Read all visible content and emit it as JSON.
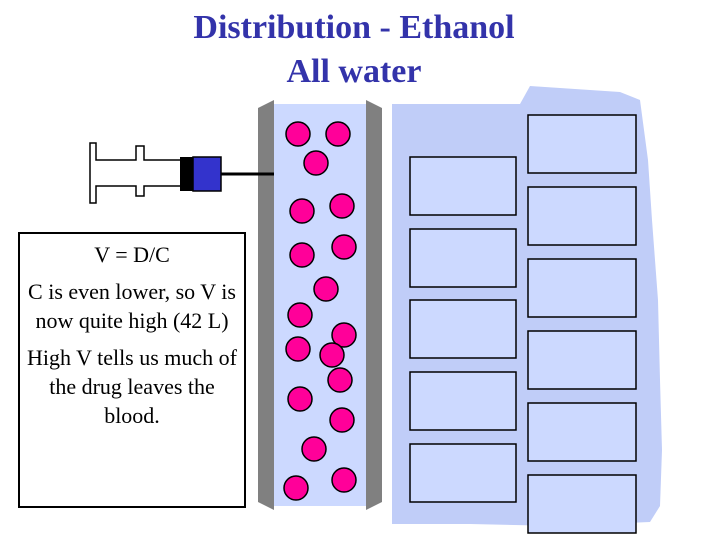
{
  "title": {
    "line1": "Distribution - Ethanol",
    "line2": "All water"
  },
  "textbox": {
    "formula": "V = D/C",
    "paragraph1": "C is even lower, so V is now quite high (42 L)",
    "paragraph2": "High V tells us much of the drug leaves the blood."
  },
  "colors": {
    "title": "#3333aa",
    "molecule_fill": "#ff0099",
    "vessel_walls": "#808080",
    "blood_plasma": "#ccd9ff",
    "tissue": "#c0cdf8",
    "syringe_plunger": "#3333cc"
  }
}
